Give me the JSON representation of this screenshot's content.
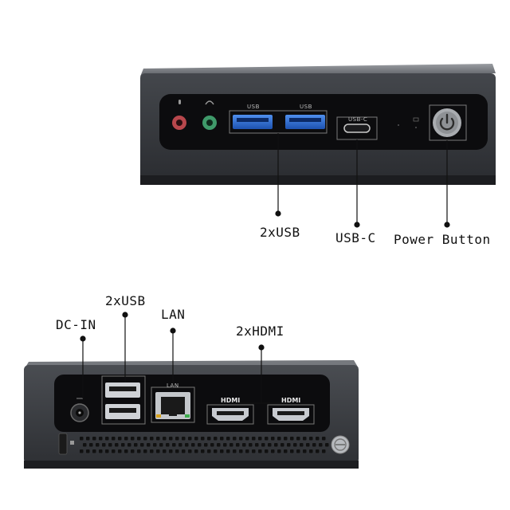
{
  "front": {
    "callouts": {
      "usb": "2xUSB",
      "usbc": "USB-C",
      "power": "Power Button"
    },
    "port_labels": {
      "usb_1": "USB",
      "usb_2": "USB",
      "usbc": "USB-C"
    }
  },
  "rear": {
    "callouts": {
      "dcin": "DC-IN",
      "usb": "2xUSB",
      "lan": "LAN",
      "hdmi": "2xHDMI"
    },
    "port_labels": {
      "lan": "LAN",
      "hdmi_1": "HDMI",
      "hdmi_2": "HDMI"
    }
  },
  "colors": {
    "case_dark": "#3a3d42",
    "panel_black": "#0c0c0e",
    "usb_blue": "#2f6fd6",
    "mic_red": "#b8474c",
    "audio_green": "#3f9a6a"
  }
}
